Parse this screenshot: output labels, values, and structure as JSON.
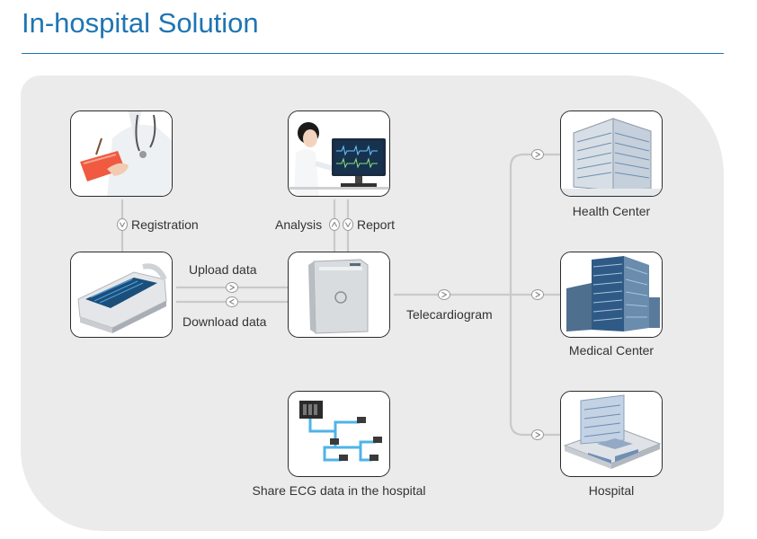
{
  "page": {
    "title": "In-hospital Solution"
  },
  "labels": {
    "registration": "Registration",
    "analysis": "Analysis",
    "report": "Report",
    "upload": "Upload data",
    "download": "Download data",
    "telecardiogram": "Telecardiogram",
    "share": "Share ECG data in the hospital",
    "health_center": "Health Center",
    "medical_center": "Medical Center",
    "hospital": "Hospital"
  },
  "icons": {
    "doctor": "doctor-clipboard-icon",
    "analyst": "ecg-analyst-workstation-icon",
    "ecg_device": "ecg-device-icon",
    "server": "ecg-server-icon",
    "network": "hospital-network-icon",
    "health_center": "health-center-building-icon",
    "medical_center": "medical-center-building-icon",
    "hospital": "hospital-building-icon"
  },
  "colors": {
    "title": "#1e75b3",
    "panel": "#ebebeb",
    "connector": "#c9c9c9"
  }
}
